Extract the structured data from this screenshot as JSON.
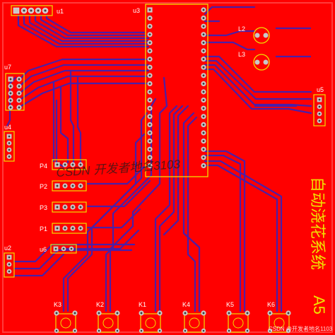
{
  "colors": {
    "board": "#ff0000",
    "trace": "#4a1fa8",
    "outline": "#f0e000",
    "pad": "#c8c8c8",
    "pad_dark": "#e6e6e6",
    "via": "#3c3c3c",
    "silk_text": "#ffffff",
    "watermark": "#1a1a1a"
  },
  "labels": {
    "u1": "u1",
    "u3": "u3",
    "u7": "u7",
    "u4": "u4",
    "u5": "u5",
    "u2": "u2",
    "u6": "u6",
    "l2": "L2",
    "l3": "L3",
    "p4": "P4",
    "p2": "P2",
    "p3": "P3",
    "p1": "P1",
    "k1": "K1",
    "k2": "K2",
    "k3": "K3",
    "k4": "K4",
    "k5": "K5",
    "k6": "K6"
  },
  "title_vertical": "自动浇花系统",
  "version": "A5",
  "watermark": "CSDN  开发者地名3103",
  "footer_watermark": "CSDN @开发者地名1103"
}
